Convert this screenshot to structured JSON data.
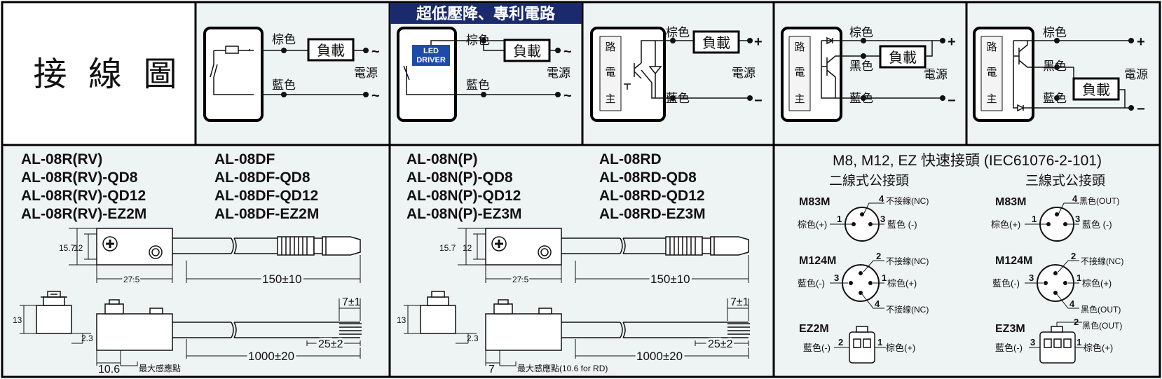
{
  "colors": {
    "panel_bg": "#eef3f3",
    "border": "#000000",
    "banner_bg": "#1a2a6c",
    "banner_text": "#ffffff",
    "led_bg": "#1f4aa8"
  },
  "header": {
    "wiring_label": "接  線  圖",
    "banner": "超低壓降、專利電路"
  },
  "circuits": {
    "brown": "棕色",
    "blue": "藍色",
    "black": "黑色",
    "load": "負載",
    "power": "電源",
    "plus": "+",
    "minus": "−",
    "ac": "~",
    "led_line1": "LED",
    "led_line2": "DRIVER",
    "main_circuit": [
      "主",
      "電",
      "路"
    ]
  },
  "models": {
    "r_rv": [
      "AL-08R(RV)",
      "AL-08R(RV)-QD8",
      "AL-08R(RV)-QD12",
      "AL-08R(RV)-EZ2M"
    ],
    "df": [
      "AL-08DF",
      "AL-08DF-QD8",
      "AL-08DF-QD12",
      "AL-08DF-EZ2M"
    ],
    "n_p": [
      "AL-08N(P)",
      "AL-08N(P)-QD8",
      "AL-08N(P)-QD12",
      "AL-08N(P)-EZ3M"
    ],
    "rd": [
      "AL-08RD",
      "AL-08RD-QD8",
      "AL-08RD-QD12",
      "AL-08RD-EZ3M"
    ]
  },
  "dimensions": {
    "height_outer": "15.7",
    "height_inner": "12",
    "body_length": "27.5",
    "qd_cable": "150±10",
    "strip_len": "7±1",
    "wire_len": "25±2",
    "cable_len": "1000±20",
    "side_height": "13",
    "side_offset": "2.3",
    "sense_left": "10.6",
    "sense_right": "7",
    "sense_label_left": "最大感應點",
    "sense_label_right": "最大感應點(10.6 for RD)"
  },
  "connectors": {
    "title": "M8, M12, EZ 快速接頭 (IEC61076-2-101)",
    "two_wire": "二線式公接頭",
    "three_wire": "三線式公接頭",
    "m83m": "M83M",
    "m124m": "M124M",
    "ez2m": "EZ2M",
    "ez3m": "EZ3M",
    "pin1": "1",
    "pin2": "2",
    "pin3": "3",
    "pin4": "4",
    "brown_plus": "棕色(+)",
    "blue_minus": "藍色(-)",
    "blue_minus_sp": "藍色 (-)",
    "nc": "不接線(NC)",
    "black_out": "黑色(OUT)"
  }
}
